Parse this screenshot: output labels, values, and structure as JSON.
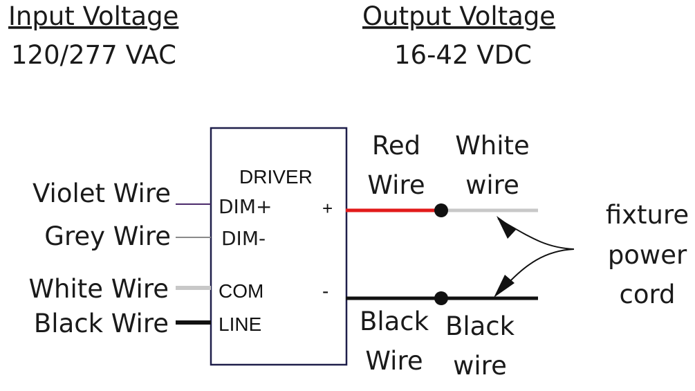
{
  "headers": {
    "input_title": "Input Voltage",
    "input_value": "120/277 VAC",
    "output_title": "Output Voltage",
    "output_value": "16-42 VDC"
  },
  "driver": {
    "title": "DRIVER",
    "pins": {
      "dim_plus": "DIM+",
      "dim_minus": "DIM-",
      "com": "COM",
      "line": "LINE",
      "plus": "+",
      "minus": "-"
    }
  },
  "input_wires": {
    "violet": "Violet Wire",
    "grey": "Grey Wire",
    "white": "White Wire",
    "black": "Black Wire"
  },
  "output_labels": {
    "red_top": "Red",
    "red_bottom": "Wire",
    "white_top": "White",
    "white_bottom": "wire",
    "black_left_top": "Black",
    "black_left_bottom": "Wire",
    "black_right_top": "Black",
    "black_right_bottom": "wire"
  },
  "cord_label": {
    "line1": "fixture",
    "line2": "power",
    "line3": "cord"
  },
  "colors": {
    "violet_wire": "#4b2a6b",
    "grey_wire": "#8a8a8a",
    "white_wire": "#c8c8c8",
    "black_wire": "#111111",
    "red_wire": "#e21a1a",
    "box_border": "#1e1e4a"
  }
}
